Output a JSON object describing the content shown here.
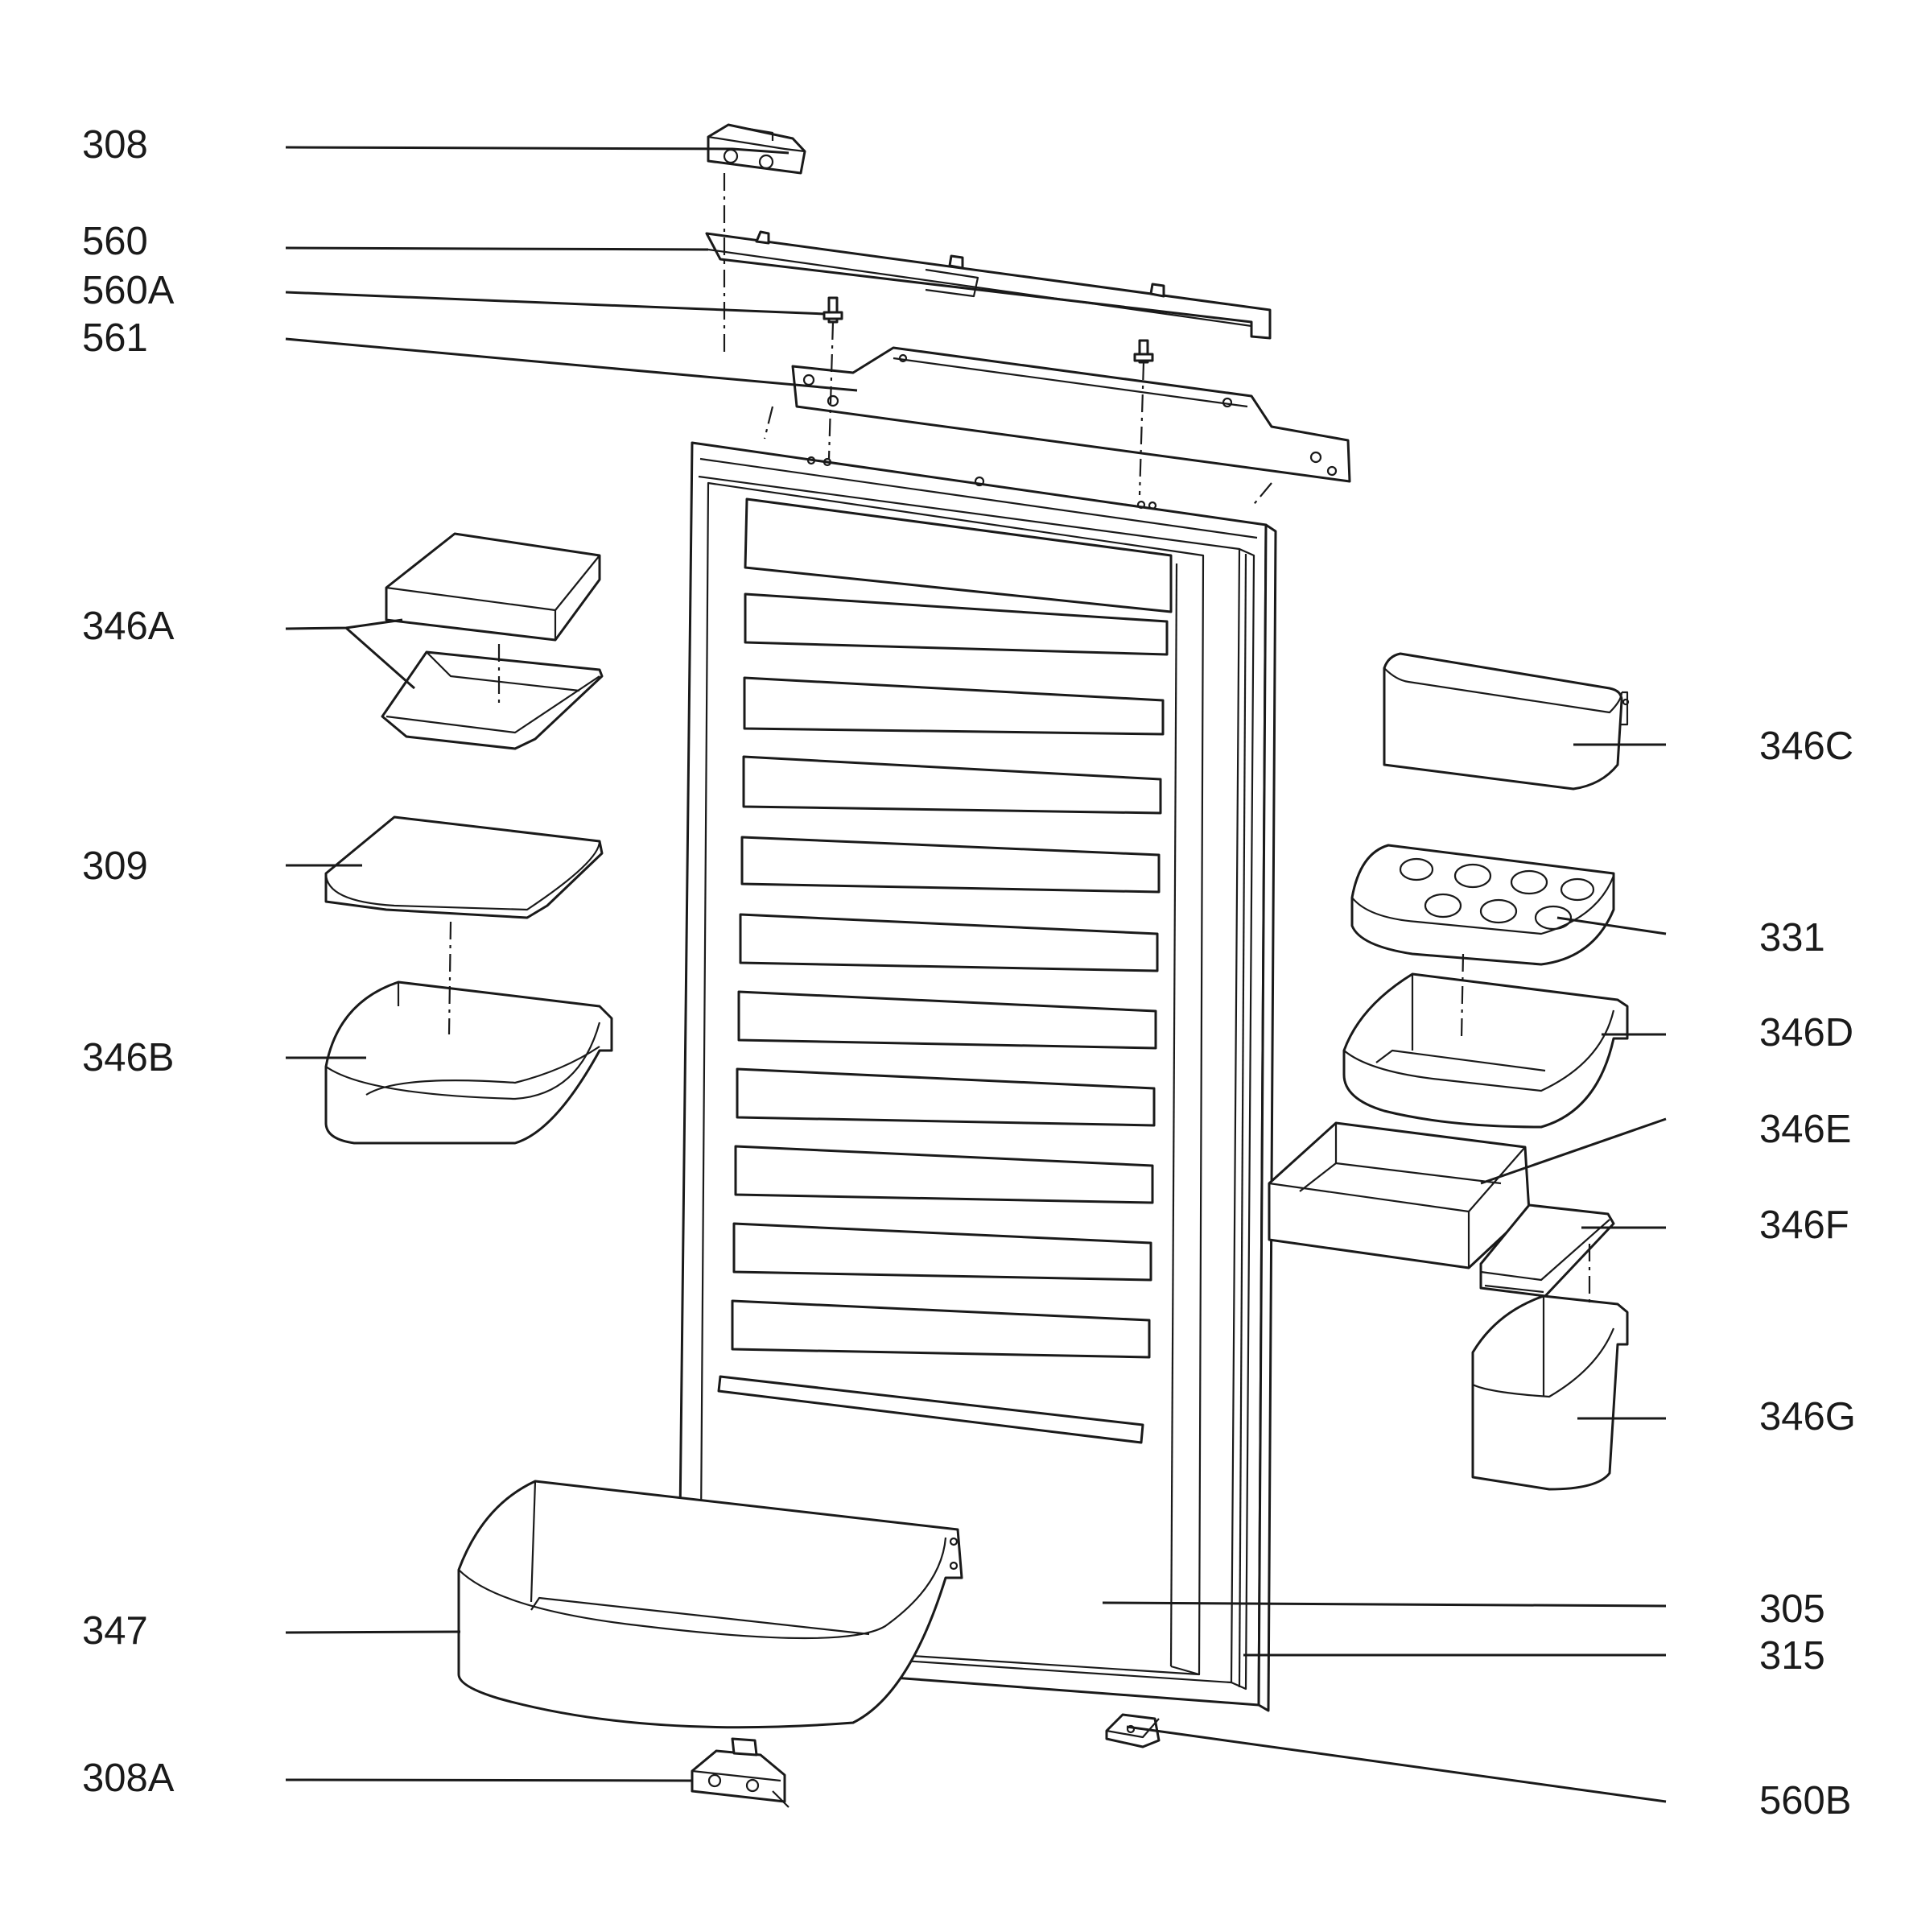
{
  "parts": {
    "p308": "308",
    "p560": "560",
    "p560A": "560A",
    "p561": "561",
    "p346A": "346A",
    "p309": "309",
    "p346B": "346B",
    "p347": "347",
    "p308A": "308A",
    "p346C": "346C",
    "p331": "331",
    "p346D": "346D",
    "p346E": "346E",
    "p346F": "346F",
    "p346G": "346G",
    "p305": "305",
    "p315": "315",
    "p560B": "560B"
  }
}
